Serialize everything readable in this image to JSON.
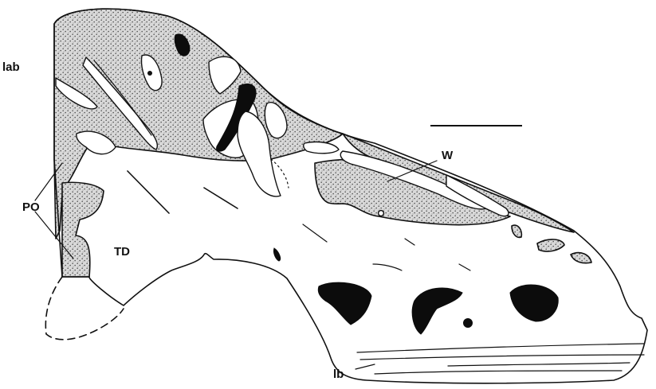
{
  "labels": {
    "lab": "lab",
    "po": "PO",
    "td": "TD",
    "w": "W",
    "lb": "lb"
  },
  "colors": {
    "ink": "#111111",
    "stipple_base": "#dcdcdc",
    "background": "#ffffff"
  }
}
